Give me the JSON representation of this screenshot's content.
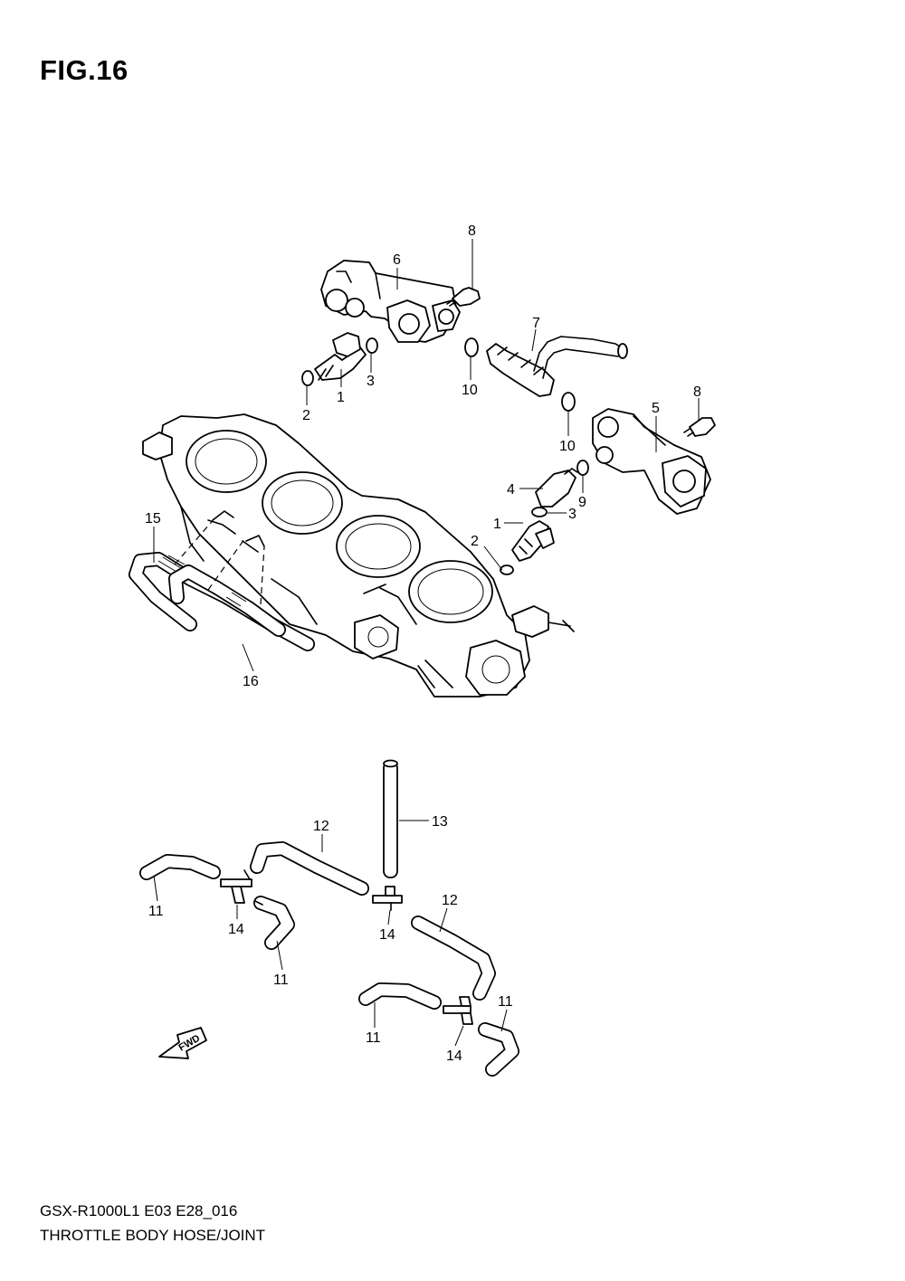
{
  "figure": {
    "title": "FIG.16"
  },
  "footer": {
    "code": "GSX-R1000L1 E03 E28_016",
    "title": "THROTTLE BODY HOSE/JOINT"
  },
  "direction_arrow": {
    "label": "FWD"
  },
  "callouts": [
    {
      "id": "c-6",
      "label": "6"
    },
    {
      "id": "c-8a",
      "label": "8"
    },
    {
      "id": "c-7",
      "label": "7"
    },
    {
      "id": "c-1a",
      "label": "1"
    },
    {
      "id": "c-3a",
      "label": "3"
    },
    {
      "id": "c-2a",
      "label": "2"
    },
    {
      "id": "c-10a",
      "label": "10"
    },
    {
      "id": "c-10b",
      "label": "10"
    },
    {
      "id": "c-8b",
      "label": "8"
    },
    {
      "id": "c-5",
      "label": "5"
    },
    {
      "id": "c-4",
      "label": "4"
    },
    {
      "id": "c-9",
      "label": "9"
    },
    {
      "id": "c-3b",
      "label": "3"
    },
    {
      "id": "c-1b",
      "label": "1"
    },
    {
      "id": "c-2b",
      "label": "2"
    },
    {
      "id": "c-15",
      "label": "15"
    },
    {
      "id": "c-16",
      "label": "16"
    },
    {
      "id": "c-13",
      "label": "13"
    },
    {
      "id": "c-12a",
      "label": "12"
    },
    {
      "id": "c-12b",
      "label": "12"
    },
    {
      "id": "c-11a",
      "label": "11"
    },
    {
      "id": "c-14a",
      "label": "14"
    },
    {
      "id": "c-11b",
      "label": "11"
    },
    {
      "id": "c-14b",
      "label": "14"
    },
    {
      "id": "c-11c",
      "label": "11"
    },
    {
      "id": "c-14c",
      "label": "14"
    },
    {
      "id": "c-11d",
      "label": "11"
    }
  ]
}
